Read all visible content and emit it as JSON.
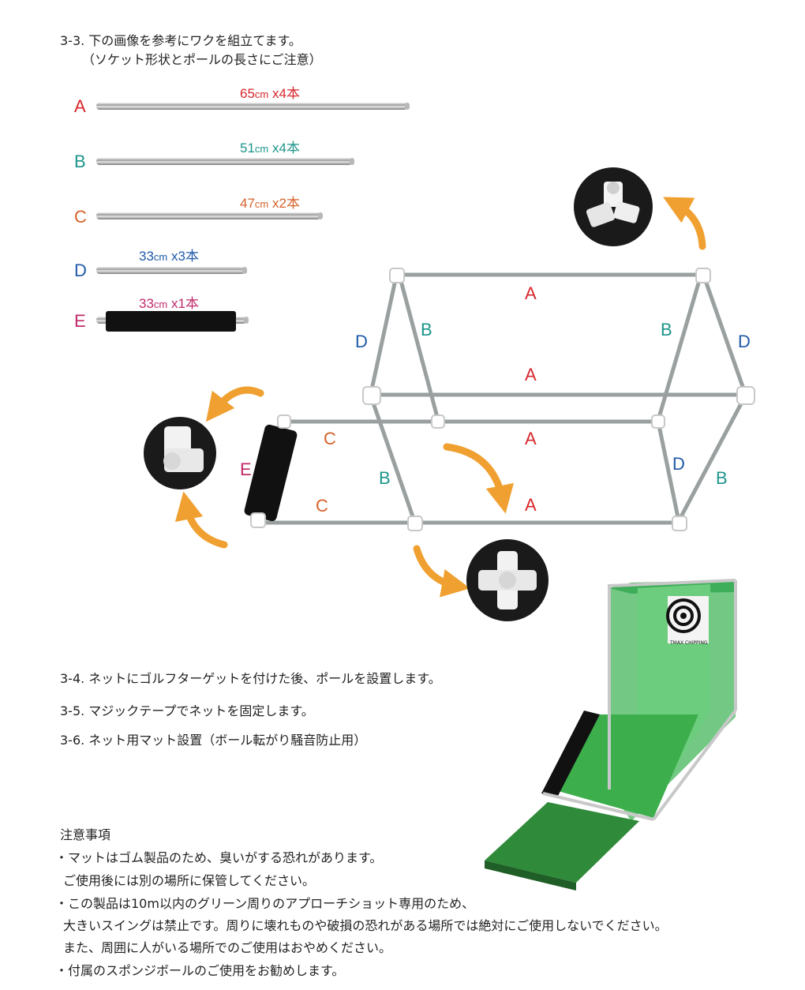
{
  "header": {
    "step_3_3": "3-3. 下の画像を参考にワクを組立てます。",
    "step_3_3_sub": "（ソケット形状とポールの長さにご注意）"
  },
  "poles": [
    {
      "letter": "A",
      "len": "65",
      "unit": "cm",
      "qty": "x4本",
      "color": "#d7262c"
    },
    {
      "letter": "B",
      "len": "51",
      "unit": "cm",
      "qty": "x4本",
      "color": "#1c958b"
    },
    {
      "letter": "C",
      "len": "47",
      "unit": "cm",
      "qty": "x2本",
      "color": "#d4622a"
    },
    {
      "letter": "D",
      "len": "33",
      "unit": "cm",
      "qty": "x3本",
      "color": "#1f5aa8"
    },
    {
      "letter": "E",
      "len": "33",
      "unit": "cm",
      "qty": "x1本",
      "color": "#c12a6a"
    }
  ],
  "frame_labels": {
    "A": "A",
    "B": "B",
    "C": "C",
    "D": "D",
    "E": "E"
  },
  "accent": {
    "arrow": "#f0a030",
    "connector_bg": "#1a1a1a",
    "net_green": "#3fae5a",
    "mat_green": "#2f8a3a"
  },
  "product": {
    "brand": "TMAX CHIPPING"
  },
  "steps": {
    "step_3_4": "3-4. ネットにゴルフターゲットを付けた後、ポールを設置します。",
    "step_3_5": "3-5. マジックテープでネットを固定します。",
    "step_3_6": "3-6. ネット用マット設置（ボール転がり騒音防止用）"
  },
  "notes": {
    "title": "注意事項",
    "l1": "・マットはゴム製品のため、臭いがする恐れがあります。",
    "l2": "ご使用後には別の場所に保管してください。",
    "l3": "・この製品は10m以内のグリーン周りのアプローチショット専用のため、",
    "l4": "大きいスイングは禁止です。周りに壊れものや破損の恐れがある場所では絶対にご使用しないでください。",
    "l5": "また、周囲に人がいる場所でのご使用はおやめください。",
    "l6": "・付属のスポンジボールのご使用をお勧めします。"
  }
}
